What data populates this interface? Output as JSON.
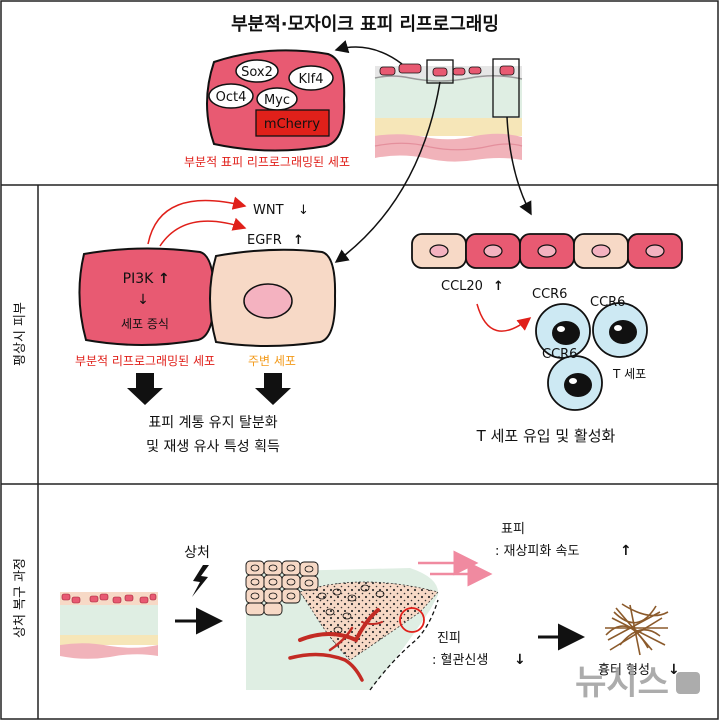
{
  "panel1": {
    "title": "부분적·모자이크 표피 리프로그래밍",
    "factors": [
      "Sox2",
      "Klf4",
      "Oct4",
      "Myc"
    ],
    "reporter": "mCherry",
    "caption": "부분적 표피 리프로그래밍된 세포"
  },
  "panel2": {
    "side_label": "평상시 피부",
    "wnt": "WNT",
    "egfr": "EGFR",
    "pi3k": "PI3K",
    "proliferation": "세포 증식",
    "reprogrammed_caption": "부분적 리프로그래밍된 세포",
    "neighbor_caption": "주변 세포",
    "outcome_line1": "표피 계통 유지 탈분화",
    "outcome_line2": "및 재생 유사 특성 획득",
    "ccl20": "CCL20",
    "ccr6": [
      "CCR6",
      "CCR6",
      "CCR6"
    ],
    "tcell": "T 세포",
    "tcell_outcome": "T 세포 유입 및 활성화"
  },
  "panel3": {
    "side_label": "상처 복구 과정",
    "wound": "상처",
    "epi_title": "표피",
    "epi_text": ": 재상피화 속도",
    "dermis_title": "진피",
    "dermis_text": ": 혈관신생",
    "scar": "흉터 형성"
  },
  "watermark": "뉴시스",
  "colors": {
    "reprogrammed": "#e85a72",
    "neighbor": "#f7d9c6",
    "nucleus": "#f4b2c0",
    "red": "#e0201a",
    "tcell": "#cde9f3",
    "stroma": "#dfeee3",
    "fat": "#f6e6b8",
    "collagen": "#f1b3ba"
  }
}
